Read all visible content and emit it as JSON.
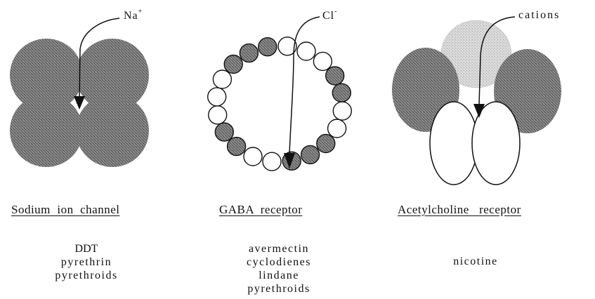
{
  "colors": {
    "dark_subunit": "#6a6a6a",
    "light_subunit": "#d2d2d2",
    "outline": "#111111",
    "background": "#ffffff"
  },
  "panels": [
    {
      "title": "Sodium  ion  channel",
      "ion": "Na",
      "ion_charge": "+",
      "drugs": [
        "DDT",
        "pyrethrin",
        "pyrethroids"
      ]
    },
    {
      "title": "GABA  receptor",
      "ion": "Cl",
      "ion_charge": "-",
      "drugs": [
        "avermectin",
        "cyclodienes",
        "lindane",
        "pyrethroids"
      ]
    },
    {
      "title": "Acetylcholine   receptor",
      "ion": "cations",
      "ion_charge": "",
      "drugs": [
        "nicotine"
      ]
    }
  ]
}
